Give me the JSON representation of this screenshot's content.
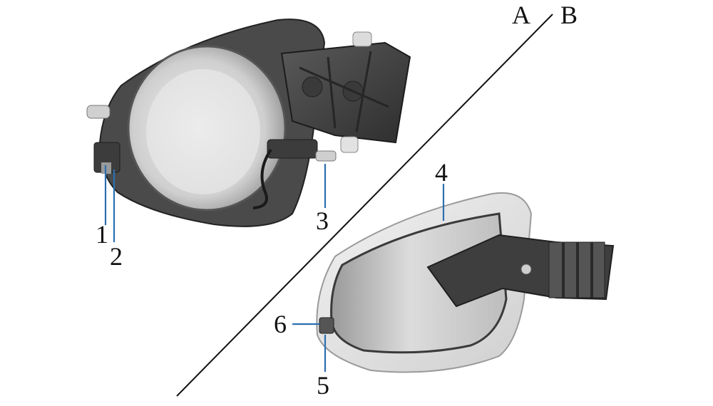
{
  "section_labels": {
    "a": "A",
    "b": "B"
  },
  "callouts": {
    "c1": "1",
    "c2": "2",
    "c3": "3",
    "c4": "4",
    "c5": "5",
    "c6": "6"
  },
  "colors": {
    "leader": "#2b6fb0",
    "housing_dark": "#3a3a3a",
    "cover_light": "#e6e6e6"
  }
}
